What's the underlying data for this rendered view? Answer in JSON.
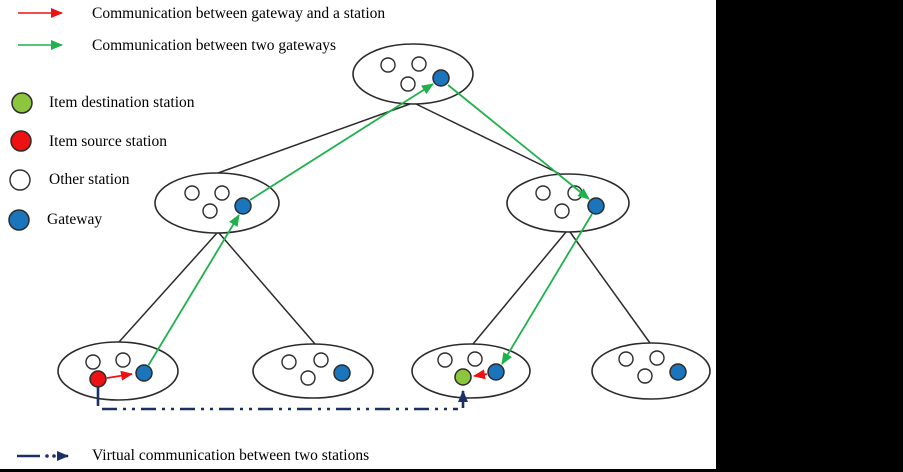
{
  "title": "Hierarchical network communication diagram",
  "colors": {
    "background": "#FFFFFF",
    "sidebar_black": "#000000",
    "outline": "#2B2B2B",
    "text": "#000000",
    "station_white": "#FFFFFF",
    "station_red": "#EE1111",
    "station_green": "#8CC63E",
    "gateway_blue": "#1B75BC",
    "arrow_red": "#EE1111",
    "arrow_green": "#1FB14C",
    "virtual_navy": "#1B3165"
  },
  "legend_top": {
    "items": [
      {
        "icon": "red-arrow-icon",
        "label": "Communication between gateway and a station"
      },
      {
        "icon": "green-arrow-icon",
        "label": "Communication between two gateways"
      }
    ]
  },
  "legend_stations": {
    "items": [
      {
        "icon": "green-circle-icon",
        "label": "Item destination station"
      },
      {
        "icon": "red-circle-icon",
        "label": "Item source station"
      },
      {
        "icon": "white-circle-icon",
        "label": "Other station"
      },
      {
        "icon": "blue-circle-icon",
        "label": "Gateway"
      }
    ]
  },
  "legend_bottom": {
    "icon": "navy-dash-dot-arrow-icon",
    "label": "Virtual communication between two stations"
  },
  "diagram": {
    "clusters": [
      {
        "id": "root",
        "level": 0,
        "stations": [
          "other",
          "other",
          "other",
          "gateway"
        ]
      },
      {
        "id": "mid-left",
        "level": 1,
        "stations": [
          "other",
          "other",
          "other",
          "gateway"
        ]
      },
      {
        "id": "mid-right",
        "level": 1,
        "stations": [
          "other",
          "other",
          "other",
          "gateway"
        ]
      },
      {
        "id": "leaf-1",
        "level": 2,
        "stations": [
          "other",
          "other",
          "item-source",
          "gateway"
        ]
      },
      {
        "id": "leaf-2",
        "level": 2,
        "stations": [
          "other",
          "other",
          "other",
          "gateway"
        ]
      },
      {
        "id": "leaf-3",
        "level": 2,
        "stations": [
          "other",
          "other",
          "item-destination",
          "gateway"
        ]
      },
      {
        "id": "leaf-4",
        "level": 2,
        "stations": [
          "other",
          "other",
          "other",
          "gateway"
        ]
      }
    ],
    "tree_edges": [
      [
        "root",
        "mid-left"
      ],
      [
        "root",
        "mid-right"
      ],
      [
        "mid-left",
        "leaf-1"
      ],
      [
        "mid-left",
        "leaf-2"
      ],
      [
        "mid-right",
        "leaf-3"
      ],
      [
        "mid-right",
        "leaf-4"
      ]
    ],
    "gateway_communications": [
      {
        "from": "leaf-1-gateway",
        "to": "mid-left-gateway"
      },
      {
        "from": "mid-left-gateway",
        "to": "root-gateway"
      },
      {
        "from": "root-gateway",
        "to": "mid-right-gateway"
      },
      {
        "from": "mid-right-gateway",
        "to": "leaf-3-gateway"
      }
    ],
    "station_communications": [
      {
        "from": "item-source-station",
        "to": "leaf-1-gateway"
      },
      {
        "from": "leaf-3-gateway",
        "to": "item-destination-station"
      }
    ],
    "virtual_communication": {
      "from": "item-source-station",
      "to": "item-destination-station"
    }
  }
}
